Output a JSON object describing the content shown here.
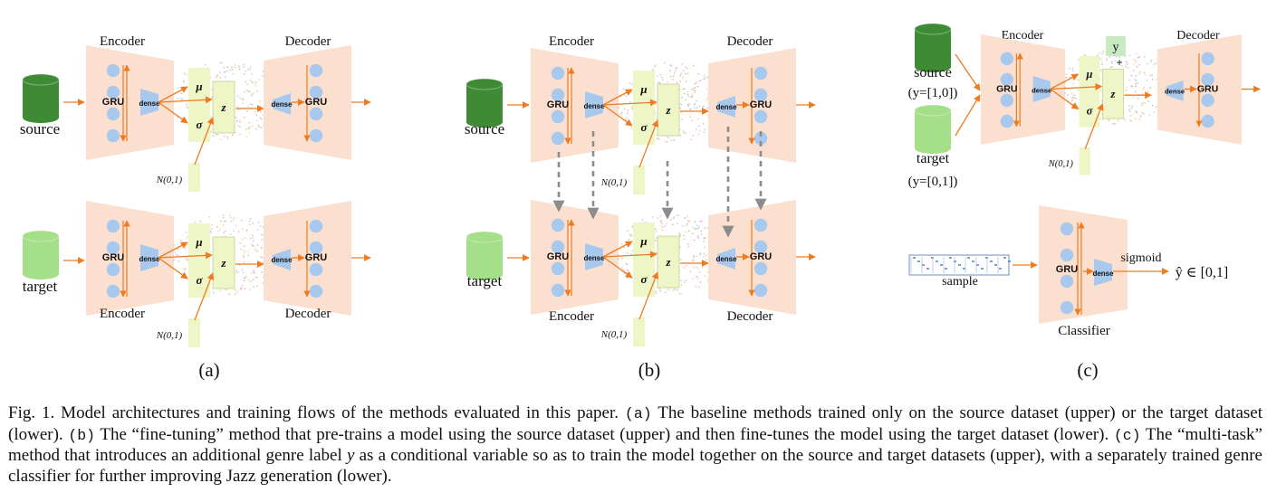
{
  "colors": {
    "trapezoid": "#fbe0d0",
    "node": "#a9c8ee",
    "box": "#eef5c6",
    "arrow": "#f07a1f",
    "source_cyl": "#3f8a35",
    "target_cyl": "#a5df8a",
    "dashed": "#8c8c8c",
    "y_box": "#c9e9c3"
  },
  "labels": {
    "encoder": "Encoder",
    "decoder": "Decoder",
    "gru": "GRU",
    "dense": "dense",
    "mu": "μ",
    "sigma": "σ",
    "z": "z",
    "noise": "N(0,1)",
    "source": "source",
    "target": "target",
    "source_cond": "(y=[1,0])",
    "target_cond": "(y=[0,1])",
    "y": "y",
    "plus": "+",
    "sample": "sample",
    "sigmoid": "sigmoid",
    "classifier": "Classifier",
    "prediction": "ŷ ∈ [0,1]"
  },
  "panels": {
    "a": "(a)",
    "b": "(b)",
    "c": "(c)"
  },
  "caption": {
    "p1": "Fig. 1. Model architectures and training flows of the methods evaluated in this paper.",
    "a_tag": "(a)",
    "p2": "The baseline methods trained only on the source dataset (upper) or the target dataset (lower).",
    "b_tag": "(b)",
    "p3": "The “fine-tuning” method that pre-trains a model using the source dataset (upper) and then fine-tunes the model using the target dataset (lower).",
    "c_tag": "(c)",
    "p4": "The “multi-task” method that introduces an additional genre label",
    "y_var": "y",
    "p5": "as a conditional variable so as to train the model together on the source and target datasets (upper), with a separately trained genre classifier for further improving Jazz generation (lower)."
  }
}
